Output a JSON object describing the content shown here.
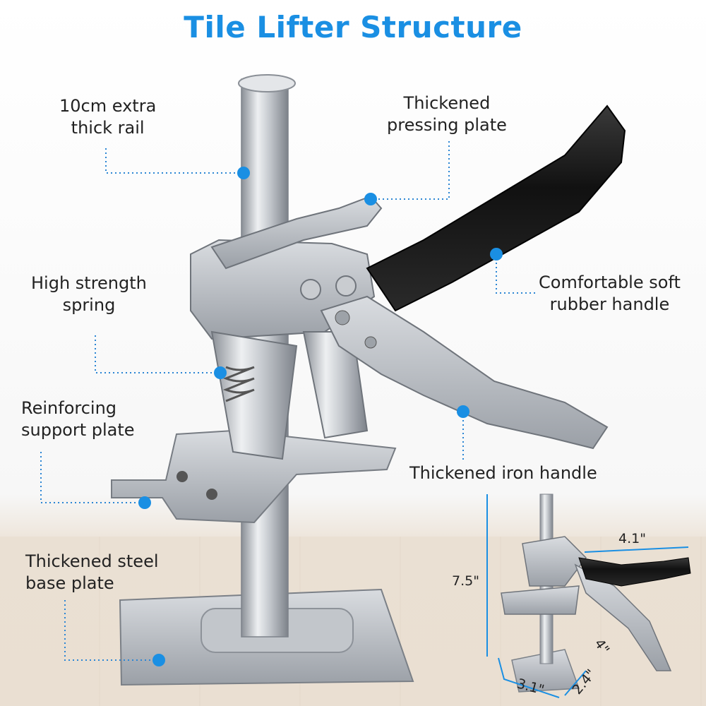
{
  "title": "Tile Lifter Structure",
  "accent_color": "#1a8fe3",
  "labels": {
    "rail": [
      "10cm extra",
      "thick rail"
    ],
    "pressing_plate": [
      "Thickened",
      "pressing plate"
    ],
    "spring": [
      "High strength",
      "spring"
    ],
    "rubber_handle": [
      "Comfortable soft",
      "rubber handle"
    ],
    "support_plate": [
      "Reinforcing",
      "support plate"
    ],
    "iron_handle": [
      "Thickened iron handle"
    ],
    "base_plate": [
      "Thickened steel",
      "base plate"
    ]
  },
  "dimensions": {
    "width": "4.1\"",
    "height": "7.5\"",
    "handle_length": "4\"",
    "base_length": "3.1\"",
    "base_width": "2.4\""
  }
}
